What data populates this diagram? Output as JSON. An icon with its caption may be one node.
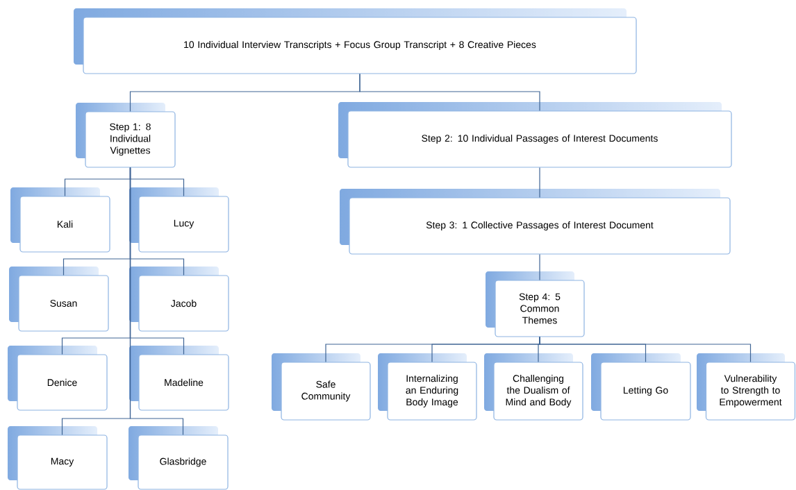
{
  "diagram": {
    "nodes": [
      {
        "text": [
          "10 Individual Interview Transcripts + Focus Group Transcript + 8 Creative Pieces"
        ]
      },
      {
        "text": [
          "Step 1: 8 Individual Vignettes"
        ]
      },
      {
        "text": [
          "Step 2: 10 Individual Passages of Interest Documents"
        ]
      },
      {
        "text": [
          "Kali"
        ]
      },
      {
        "text": [
          "Lucy"
        ]
      },
      {
        "text": [
          "Step 3: 1 Collective Passages of Interest Document"
        ]
      },
      {
        "text": [
          "Susan"
        ]
      },
      {
        "text": [
          "Jacob"
        ]
      },
      {
        "text": [
          "Step 4: 5 Common Themes"
        ]
      },
      {
        "text": [
          "Safe Community"
        ]
      },
      {
        "text": [
          "Internalizing an Enduring Body Image"
        ]
      },
      {
        "text": [
          "Challenging the Dualism of Mind and Body"
        ]
      },
      {
        "text": [
          "Letting Go"
        ]
      },
      {
        "text": [
          "Vulnerability to Strength to Empowerment"
        ]
      },
      {
        "text": [
          "Denice"
        ]
      },
      {
        "text": [
          "Madeline"
        ]
      },
      {
        "text": [
          "Macy"
        ]
      },
      {
        "text": [
          "Glasbridge"
        ]
      }
    ],
    "edges": [
      {
        "from": 0,
        "to": 1,
        "arrow": "none"
      },
      {
        "from": 0,
        "to": 2,
        "arrow": "none"
      },
      {
        "from": 1,
        "to": 3,
        "arrow": "none"
      },
      {
        "from": 1,
        "to": 4,
        "arrow": "none"
      },
      {
        "from": 1,
        "to": 6,
        "arrow": "none"
      },
      {
        "from": 1,
        "to": 7,
        "arrow": "none"
      },
      {
        "from": 1,
        "to": 14,
        "arrow": "none"
      },
      {
        "from": 1,
        "to": 15,
        "arrow": "none"
      },
      {
        "from": 1,
        "to": 16,
        "arrow": "none"
      },
      {
        "from": 1,
        "to": 17,
        "arrow": "none"
      },
      {
        "from": 2,
        "to": 5,
        "arrow": "none"
      },
      {
        "from": 5,
        "to": 8,
        "arrow": "none"
      },
      {
        "from": 8,
        "to": 9,
        "arrow": "none"
      },
      {
        "from": 8,
        "to": 10,
        "arrow": "none"
      },
      {
        "from": 8,
        "to": 11,
        "arrow": "none"
      },
      {
        "from": 8,
        "to": 12,
        "arrow": "none"
      },
      {
        "from": 8,
        "to": 13,
        "arrow": "none"
      }
    ]
  }
}
